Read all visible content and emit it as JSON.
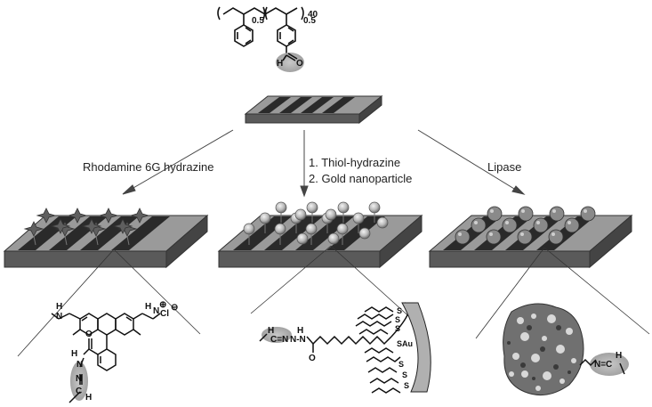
{
  "polymer": {
    "subscript_left": "0.5",
    "subscript_right": "0.5",
    "degree": "40",
    "aldehyde_h": "H",
    "aldehyde_o": "O"
  },
  "arrows": {
    "left_label": "Rhodamine 6G  hydrazine",
    "center_label_1": "1. Thiol-hydrazine",
    "center_label_2": "2. Gold nanoparticle",
    "right_label": "Lipase"
  },
  "rhodamine": {
    "h_left": "H",
    "n_left": "N",
    "h_right": "H",
    "n_right": "N",
    "plus": "⊕",
    "cl": "Cl",
    "minus": "⊖",
    "o_amide": "O",
    "h_amide": "H",
    "n_amide": "N",
    "n_hydrazone": "N",
    "c_hydrazone": "C",
    "h_hydrazone": "H"
  },
  "thiol": {
    "h": "H",
    "c_eq_n": "C=N",
    "n_h": "N-N",
    "h2": "H",
    "o": "O",
    "s_labels": [
      "S",
      "S",
      "S",
      "SAu",
      "S",
      "S",
      "S"
    ]
  },
  "lipase": {
    "n_eq_c": "N=C",
    "h": "H"
  }
}
